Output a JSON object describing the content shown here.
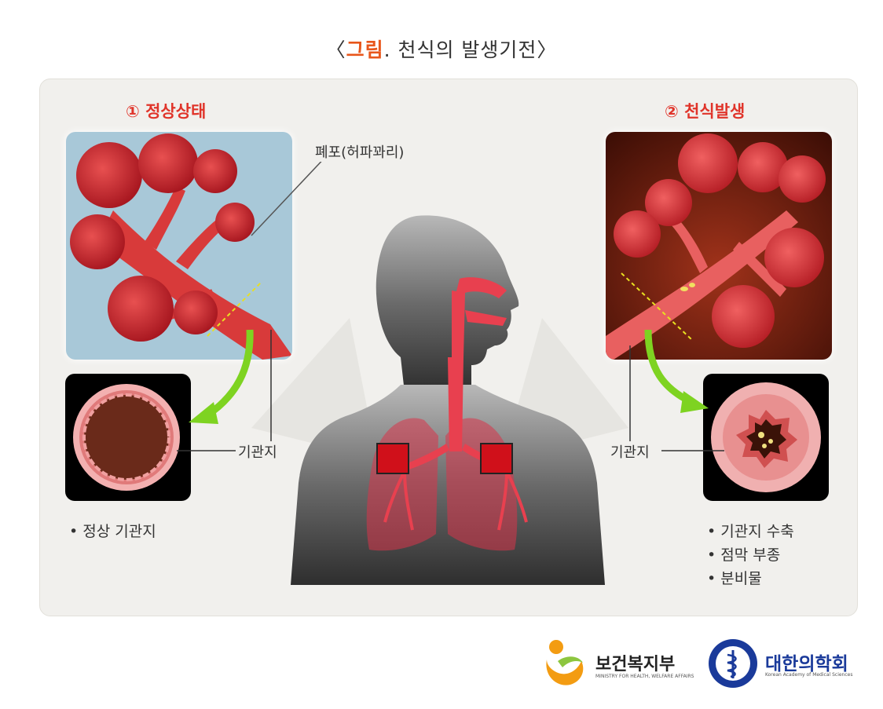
{
  "title": {
    "open_bracket": "〈",
    "highlight": "그림",
    "rest": ". 천식의 발생기전〉"
  },
  "left": {
    "heading": "① 정상상태",
    "alveoli_label": "폐포(허파꽈리)",
    "bronchus_label": "기관지",
    "notes": [
      "정상 기관지"
    ]
  },
  "right": {
    "heading": "② 천식발생",
    "bronchus_label": "기관지",
    "notes": [
      "기관지 수축",
      "점막 부종",
      "분비물"
    ]
  },
  "logos": {
    "mohw_name": "보건복지부",
    "mohw_sub": "MINISTRY FOR HEALTH, WELFARE AFFAIRS",
    "kams_name": "대한의학회",
    "kams_sub": "Korean Academy of Medical Sciences"
  },
  "colors": {
    "accent_title": "#e8561b",
    "heading_red": "#e0342a",
    "alveoli_red": "#c8202a",
    "arrow_green": "#7ed321",
    "normal_bg": "#a8c8d8",
    "asthma_bg": "#3a0d05"
  }
}
